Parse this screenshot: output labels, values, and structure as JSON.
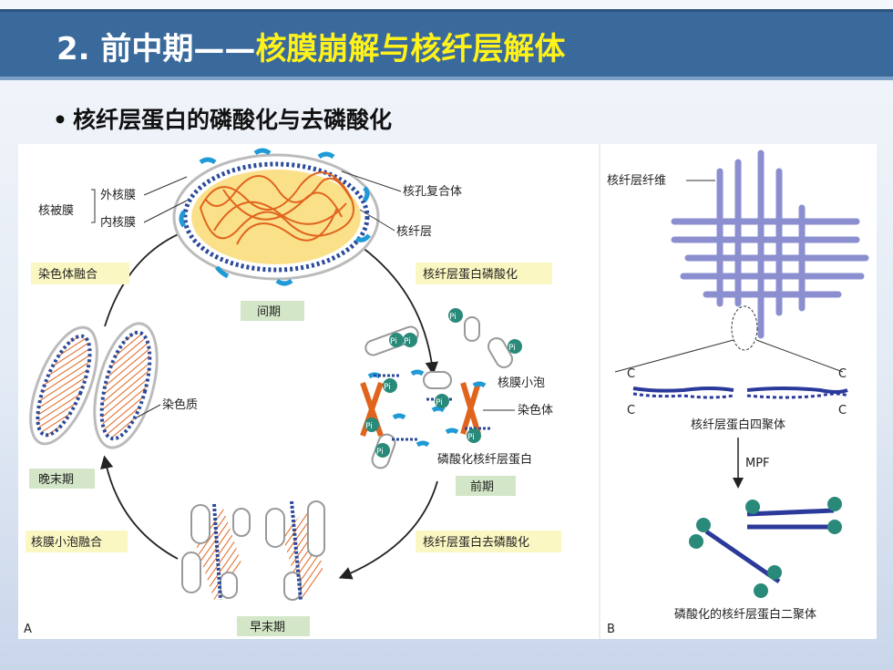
{
  "title": {
    "prefix": "2. 前中期——",
    "highlight": "核膜崩解与核纤层解体"
  },
  "bullet": "核纤层蛋白的磷酸化与去磷酸化",
  "colors": {
    "title_bg": "#3a6a9c",
    "highlight": "#fff21a",
    "chromatin": "#e0641e",
    "lamina": "#2b4a9a",
    "vesicle": "#1f9ad6",
    "pi_ball": "#2a8a7a"
  },
  "panel_a": {
    "letter": "A",
    "envelope_group": "核被膜",
    "outer_membrane": "外核膜",
    "inner_membrane": "内核膜",
    "nuclear_pore": "核孔复合体",
    "lamina": "核纤层",
    "chromatin": "染色质",
    "vesicle": "核膜小泡",
    "chromosome": "染色体",
    "phospho_lamin": "磷酸化核纤层蛋白",
    "pi": "Pi",
    "stages": {
      "interphase": "间期",
      "prophase": "前期",
      "early_telophase": "早末期",
      "late_telophase": "晚末期"
    },
    "processes": {
      "phosphorylation": "核纤层蛋白磷酸化",
      "dephosphorylation": "核纤层蛋白去磷酸化",
      "vesicle_fusion": "核膜小泡融合",
      "chromosome_fusion": "染色体融合"
    }
  },
  "panel_b": {
    "letter": "B",
    "fiber": "核纤层纤维",
    "c": "C",
    "tetramer": "核纤层蛋白四聚体",
    "mpf": "MPF",
    "dimer": "磷酸化的核纤层蛋白二聚体"
  }
}
